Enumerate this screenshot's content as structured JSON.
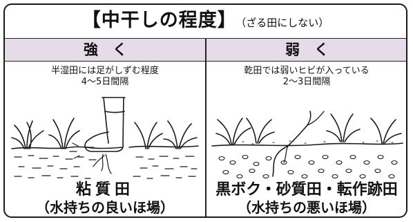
{
  "title": {
    "main": "【中干しの程度】",
    "sub": "（ざる田にしない）"
  },
  "columns": [
    {
      "header": "強　く",
      "desc_line1": "半湿田には足がしずむ程度",
      "desc_line2": "4～5日間隔",
      "soil": "粘質田",
      "soil_note": "（水持ちの良いほ場）"
    },
    {
      "header": "弱　く",
      "desc_line1": "乾田では弱いヒビが入っている",
      "desc_line2": "2～3日間隔",
      "soil": "黒ボク・砂質田・転作跡田",
      "soil_note": "（水持ちの悪いほ場）"
    }
  ],
  "colors": {
    "header_band": "#e6dbe9",
    "ink": "#1a1a1a"
  },
  "icons": [
    "boot-in-mud-illustration",
    "cracked-dry-field-illustration"
  ]
}
